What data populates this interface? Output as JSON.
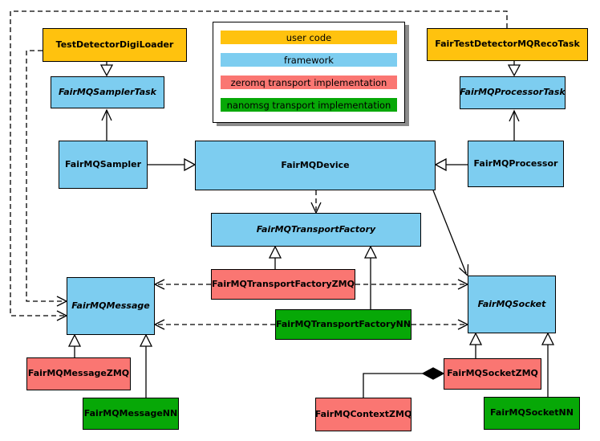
{
  "legend": {
    "items": [
      {
        "label": "user code",
        "color": "#FFC20E"
      },
      {
        "label": "framework",
        "color": "#7DCDF0"
      },
      {
        "label": "zeromq transport implementation",
        "color": "#FA7672"
      },
      {
        "label": "nanomsg transport implementation",
        "color": "#07A807"
      }
    ]
  },
  "palette": {
    "user_code": "#FFC20E",
    "framework": "#7DCDF0",
    "zeromq": "#FA7672",
    "nanomsg": "#07A807",
    "border": "#000000",
    "legend_shadow": "#8c8c8c"
  },
  "classes": {
    "digi_loader": {
      "label": "TestDetectorDigiLoader",
      "category": "user code",
      "abstract": false
    },
    "sampler_task": {
      "label": "FairMQSamplerTask",
      "category": "framework",
      "abstract": true
    },
    "sampler": {
      "label": "FairMQSampler",
      "category": "framework",
      "abstract": false
    },
    "device": {
      "label": "FairMQDevice",
      "category": "framework",
      "abstract": false
    },
    "reco_task": {
      "label": "FairTestDetectorMQRecoTask",
      "category": "user code",
      "abstract": false
    },
    "processor_task": {
      "label": "FairMQProcessorTask",
      "category": "framework",
      "abstract": true
    },
    "processor": {
      "label": "FairMQProcessor",
      "category": "framework",
      "abstract": false
    },
    "transport_factory": {
      "label": "FairMQTransportFactory",
      "category": "framework",
      "abstract": true
    },
    "factory_zmq": {
      "label": "FairMQTransportFactoryZMQ",
      "category": "zeromq",
      "abstract": false
    },
    "factory_nn": {
      "label": "FairMQTransportFactoryNN",
      "category": "nanomsg",
      "abstract": false
    },
    "message": {
      "label": "FairMQMessage",
      "category": "framework",
      "abstract": true
    },
    "socket": {
      "label": "FairMQSocket",
      "category": "framework",
      "abstract": true
    },
    "message_zmq": {
      "label": "FairMQMessageZMQ",
      "category": "zeromq",
      "abstract": false
    },
    "message_nn": {
      "label": "FairMQMessageNN",
      "category": "nanomsg",
      "abstract": false
    },
    "socket_zmq": {
      "label": "FairMQSocketZMQ",
      "category": "zeromq",
      "abstract": false
    },
    "socket_nn": {
      "label": "FairMQSocketNN",
      "category": "nanomsg",
      "abstract": false
    },
    "context_zmq": {
      "label": "FairMQContextZMQ",
      "category": "zeromq",
      "abstract": false
    }
  },
  "edges": [
    {
      "from": "TestDetectorDigiLoader",
      "to": "FairMQSamplerTask",
      "type": "inheritance"
    },
    {
      "from": "FairMQSampler",
      "to": "FairMQSamplerTask",
      "type": "association"
    },
    {
      "from": "FairMQSampler",
      "to": "FairMQDevice",
      "type": "inheritance"
    },
    {
      "from": "FairTestDetectorMQRecoTask",
      "to": "FairMQProcessorTask",
      "type": "inheritance"
    },
    {
      "from": "FairMQProcessor",
      "to": "FairMQProcessorTask",
      "type": "association"
    },
    {
      "from": "FairMQProcessor",
      "to": "FairMQDevice",
      "type": "inheritance"
    },
    {
      "from": "FairMQDevice",
      "to": "FairMQTransportFactory",
      "type": "dependency"
    },
    {
      "from": "FairMQDevice",
      "to": "FairMQSocket",
      "type": "association"
    },
    {
      "from": "FairMQTransportFactoryZMQ",
      "to": "FairMQTransportFactory",
      "type": "inheritance"
    },
    {
      "from": "FairMQTransportFactoryNN",
      "to": "FairMQTransportFactory",
      "type": "inheritance"
    },
    {
      "from": "FairMQTransportFactoryZMQ",
      "to": "FairMQMessage",
      "type": "dependency"
    },
    {
      "from": "FairMQTransportFactoryZMQ",
      "to": "FairMQSocket",
      "type": "dependency"
    },
    {
      "from": "FairMQTransportFactoryNN",
      "to": "FairMQMessage",
      "type": "dependency"
    },
    {
      "from": "FairMQTransportFactoryNN",
      "to": "FairMQSocket",
      "type": "dependency"
    },
    {
      "from": "TestDetectorDigiLoader",
      "to": "FairMQMessage",
      "type": "dependency"
    },
    {
      "from": "FairTestDetectorMQRecoTask",
      "to": "FairMQMessage",
      "type": "dependency"
    },
    {
      "from": "FairMQMessageZMQ",
      "to": "FairMQMessage",
      "type": "inheritance"
    },
    {
      "from": "FairMQMessageNN",
      "to": "FairMQMessage",
      "type": "inheritance"
    },
    {
      "from": "FairMQSocketZMQ",
      "to": "FairMQSocket",
      "type": "inheritance"
    },
    {
      "from": "FairMQSocketNN",
      "to": "FairMQSocket",
      "type": "inheritance"
    },
    {
      "from": "FairMQContextZMQ",
      "to": "FairMQSocketZMQ",
      "type": "composition"
    }
  ]
}
